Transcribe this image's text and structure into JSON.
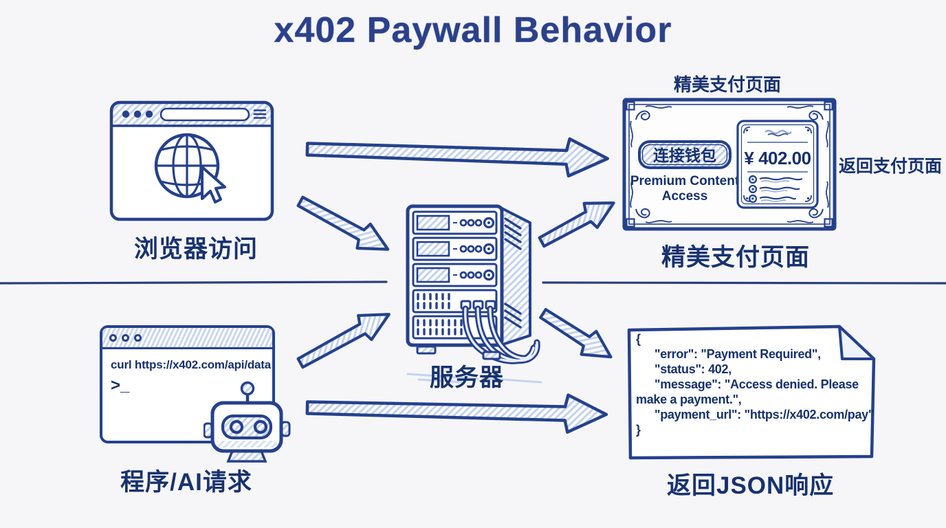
{
  "title": "x402 Paywall Behavior",
  "colors": {
    "ink": "#25418c",
    "ink_dark": "#16306e",
    "hatch_blue": "#c3d2ee",
    "paper": "#f6f6f8",
    "divider": "#2b3f7e"
  },
  "browser": {
    "caption": "浏览器访问"
  },
  "server": {
    "caption": "服务器"
  },
  "paywall": {
    "annotation_top": "精美支付页面",
    "annotation_right": "返回支付页面",
    "caption": "精美支付页面",
    "connect_button": "连接钱包",
    "subtitle_line1": "Premium Content",
    "subtitle_line2": "Access",
    "price": "¥ 402.00"
  },
  "terminal": {
    "command": "curl https://x402.com/api/data",
    "prompt": ">_",
    "caption": "程序/AI请求"
  },
  "json_response": {
    "caption": "返回JSON响应",
    "lines": [
      "{",
      "\"error\": \"Payment Required\",",
      "\"status\": 402,",
      "\"message\": \"Access denied. Please",
      "make a payment.\",",
      "\"payment_url\": \"https://x402.com/pay\"",
      "}"
    ]
  }
}
